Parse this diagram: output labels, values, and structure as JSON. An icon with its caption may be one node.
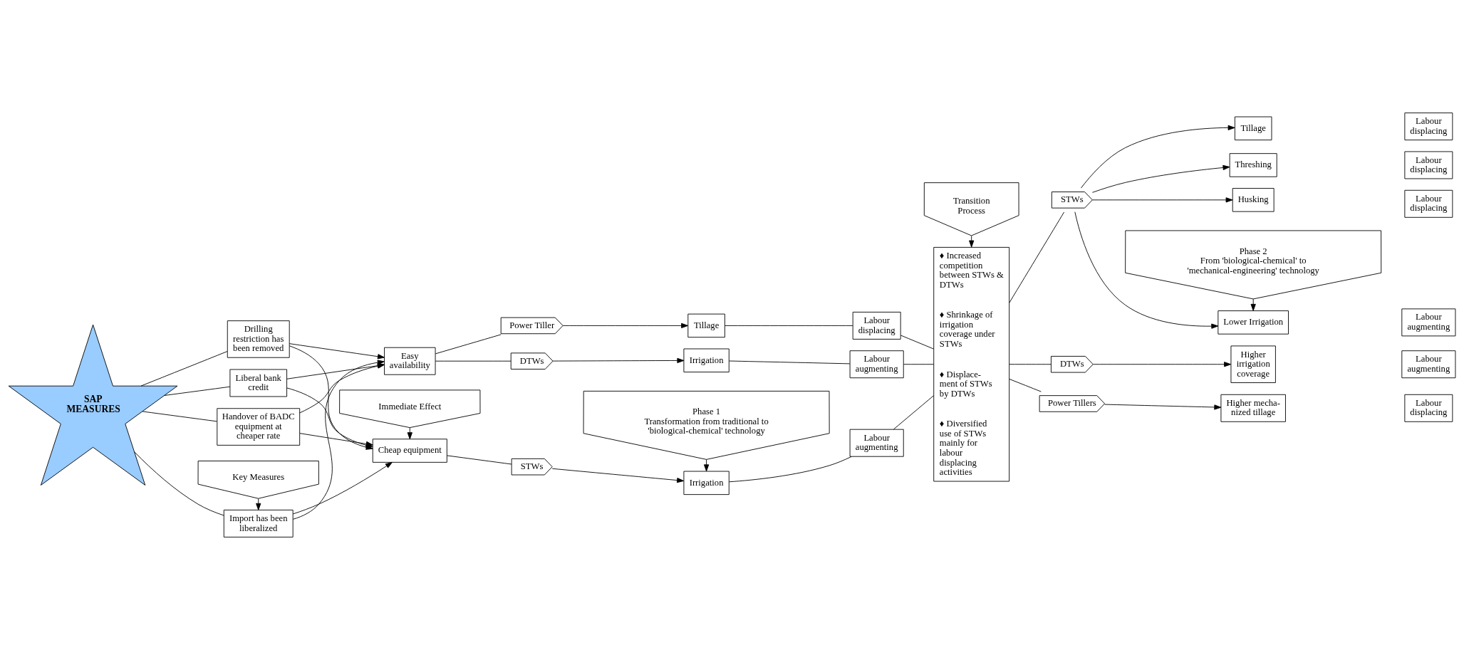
{
  "diagram": {
    "nodes": [
      {
        "text": [
          "Key Measures"
        ]
      },
      {
        "text": [
          "Immediate Effect"
        ]
      },
      {
        "text": [
          "Phase 1",
          "Transformation from traditional to 'biological-chemical' technology"
        ]
      },
      {
        "text": [
          "Transition Process"
        ]
      },
      {
        "text": [
          "Phase 2",
          "From 'biological-chemical' to 'mechanical-engineering' technology"
        ]
      },
      {
        "text": [
          "SAP MEASURES"
        ]
      },
      {
        "text": [
          "Import has been liberalized"
        ]
      },
      {
        "text": [
          "Handover of BADC equipment at cheaper rate"
        ]
      },
      {
        "text": [
          "Liberal bank credit"
        ]
      },
      {
        "text": [
          "Drilling restriction has been removed"
        ]
      },
      {
        "text": [
          "Cheap equipment"
        ]
      },
      {
        "text": [
          "Easy availability"
        ]
      },
      {
        "text": [
          "STWs"
        ]
      },
      {
        "text": [
          "Irrigation"
        ]
      },
      {
        "text": [
          "Labour augmenting"
        ]
      },
      {
        "text": [
          "DTWs"
        ]
      },
      {
        "text": [
          "Irrigation"
        ]
      },
      {
        "text": [
          "Labour augmenting"
        ]
      },
      {
        "text": [
          "Power Tiller"
        ]
      },
      {
        "text": [
          "Tillage"
        ]
      },
      {
        "text": [
          "Labour displacing"
        ]
      },
      {
        "text": [
          "♦ Increased competition between STWs & DTWs",
          "♦ Shrinkage of irrigation coverage under STWs",
          "♦ Displace-ment of STWs by DTWs",
          "♦ Diversified use of STWs mainly for labour displacing activities"
        ]
      },
      {
        "text": [
          "STWs"
        ]
      },
      {
        "text": [
          "Lower Irrigation"
        ]
      },
      {
        "text": [
          "Tillage"
        ]
      },
      {
        "text": [
          "Threshing"
        ]
      },
      {
        "text": [
          "Husking"
        ]
      },
      {
        "text": [
          "Labour augmenting"
        ]
      },
      {
        "text": [
          "Labour displacing"
        ]
      },
      {
        "text": [
          "Labour displacing"
        ]
      },
      {
        "text": [
          "Labour displacing"
        ]
      },
      {
        "text": [
          "DTWs"
        ]
      },
      {
        "text": [
          "Higher irrigation coverage"
        ]
      },
      {
        "text": [
          "Labour augmenting"
        ]
      },
      {
        "text": [
          "Power Tillers"
        ]
      },
      {
        "text": [
          "Higher mecha-nized tillage"
        ]
      },
      {
        "text": [
          "Labour displacing"
        ]
      }
    ],
    "edges": [
      {
        "from": 0,
        "to": 6,
        "arrow": "to"
      },
      {
        "from": 1,
        "to": 10,
        "arrow": "to"
      },
      {
        "from": 2,
        "to": 13,
        "arrow": "to"
      },
      {
        "from": 3,
        "to": 21,
        "arrow": "to"
      },
      {
        "from": 4,
        "to": 23,
        "arrow": "to"
      },
      {
        "from": 5,
        "to": 6,
        "arrow": "none"
      },
      {
        "from": 5,
        "to": 7,
        "arrow": "none"
      },
      {
        "from": 5,
        "to": 8,
        "arrow": "none"
      },
      {
        "from": 5,
        "to": 9,
        "arrow": "none"
      },
      {
        "from": 6,
        "to": 10,
        "arrow": "to"
      },
      {
        "from": 6,
        "to": 11,
        "arrow": "to"
      },
      {
        "from": 7,
        "to": 10,
        "arrow": "to"
      },
      {
        "from": 7,
        "to": 11,
        "arrow": "to"
      },
      {
        "from": 8,
        "to": 10,
        "arrow": "to"
      },
      {
        "from": 8,
        "to": 11,
        "arrow": "to"
      },
      {
        "from": 9,
        "to": 10,
        "arrow": "to"
      },
      {
        "from": 9,
        "to": 11,
        "arrow": "to"
      },
      {
        "from": 10,
        "to": 12,
        "arrow": "none"
      },
      {
        "from": 11,
        "to": 15,
        "arrow": "none"
      },
      {
        "from": 11,
        "to": 18,
        "arrow": "none"
      },
      {
        "from": 12,
        "to": 13,
        "arrow": "to"
      },
      {
        "from": 13,
        "to": 14,
        "arrow": "none"
      },
      {
        "from": 14,
        "to": 21,
        "arrow": "none"
      },
      {
        "from": 15,
        "to": 16,
        "arrow": "to"
      },
      {
        "from": 16,
        "to": 17,
        "arrow": "none"
      },
      {
        "from": 17,
        "to": 21,
        "arrow": "none"
      },
      {
        "from": 18,
        "to": 19,
        "arrow": "to"
      },
      {
        "from": 19,
        "to": 20,
        "arrow": "none"
      },
      {
        "from": 20,
        "to": 21,
        "arrow": "none"
      },
      {
        "from": 21,
        "to": 22,
        "arrow": "none"
      },
      {
        "from": 21,
        "to": 31,
        "arrow": "none"
      },
      {
        "from": 21,
        "to": 34,
        "arrow": "none"
      },
      {
        "from": 22,
        "to": 23,
        "arrow": "to"
      },
      {
        "from": 22,
        "to": 24,
        "arrow": "to"
      },
      {
        "from": 22,
        "to": 25,
        "arrow": "to"
      },
      {
        "from": 22,
        "to": 26,
        "arrow": "to"
      },
      {
        "from": 31,
        "to": 32,
        "arrow": "to"
      },
      {
        "from": 34,
        "to": 35,
        "arrow": "to"
      }
    ]
  }
}
